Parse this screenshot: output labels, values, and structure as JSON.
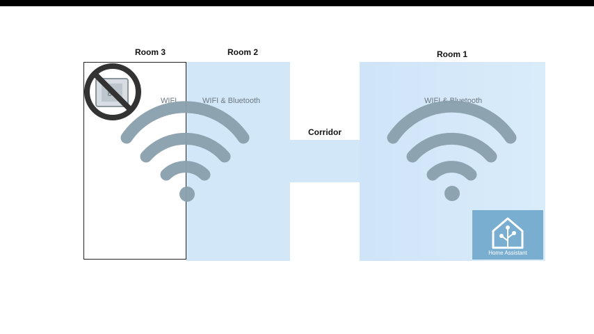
{
  "rooms": {
    "room3": {
      "label": "Room 3",
      "network": "WIFI"
    },
    "room2": {
      "label": "Room 2",
      "network": "WIFI & Bluetooth"
    },
    "corridor": {
      "label": "Corridor"
    },
    "room1": {
      "label": "Room 1",
      "network": "WIFI & Bluetooth"
    }
  },
  "hub": {
    "name": "Home Assistant",
    "icon": "home-assistant-logo-icon"
  },
  "device": {
    "icon": "prohibited-thermometer-icon",
    "status": "not supported"
  },
  "icons": [
    "wifi-icon",
    "home-assistant-logo-icon",
    "prohibited-thermometer-icon"
  ],
  "colors": {
    "coverage": "#d2e7f7",
    "wifi_symbol": "#8aa0ad",
    "hub_tile": "#79aed0",
    "prohibited": "#333333"
  }
}
